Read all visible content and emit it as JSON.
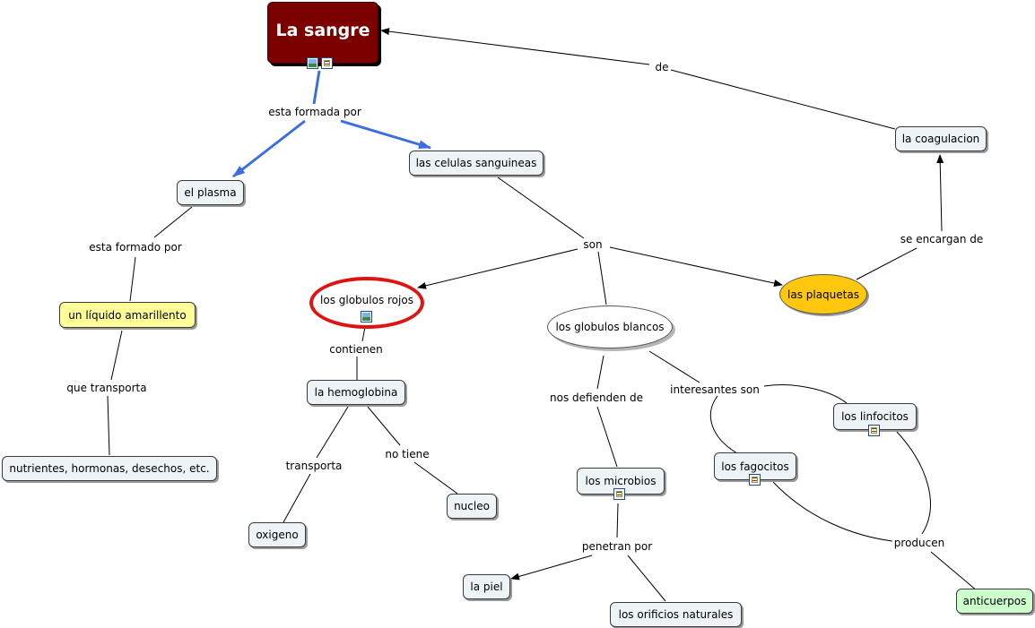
{
  "map": {
    "root": "La sangre",
    "nodes": {
      "plasma": "el plasma",
      "celulas": "las celulas sanguineas",
      "coagulacion": "la coagulacion",
      "liquido": "un líquido amarillento",
      "nutrientes": "nutrientes, hormonas, desechos, etc.",
      "globulos_rojos": "los globulos rojos",
      "globulos_blancos": "los globulos blancos",
      "plaquetas": "las plaquetas",
      "hemoglobina": "la hemoglobina",
      "oxigeno": "oxigeno",
      "nucleo": "nucleo",
      "microbios": "los microbios",
      "piel": "la piel",
      "orificios": "los orificios naturales",
      "fagocitos": "los fagocitos",
      "linfocitos": "los linfocitos",
      "anticuerpos": "anticuerpos"
    },
    "links": {
      "esta_formada_por": "esta formada por",
      "de": "de",
      "esta_formado_por": "esta formado por",
      "son": "son",
      "se_encargan_de": "se encargan de",
      "que_transporta": "que transporta",
      "contienen": "contienen",
      "transporta": "transporta",
      "no_tiene": "no tiene",
      "nos_defienden_de": "nos defienden de",
      "interesantes_son": "interesantes son",
      "penetran_por": "penetran por",
      "producen": "producen"
    },
    "icons": {
      "image": "image-attachment-icon",
      "document": "document-attachment-icon"
    },
    "colors": {
      "root_fill": "#7b0000",
      "node_fill": "#eef3f6",
      "yellow_fill": "#ffff99",
      "green_fill": "#ccffcc",
      "orange_fill": "#ffc70e",
      "highlight_ring": "#e01313",
      "emphasis_link": "#3b6fe0"
    }
  }
}
